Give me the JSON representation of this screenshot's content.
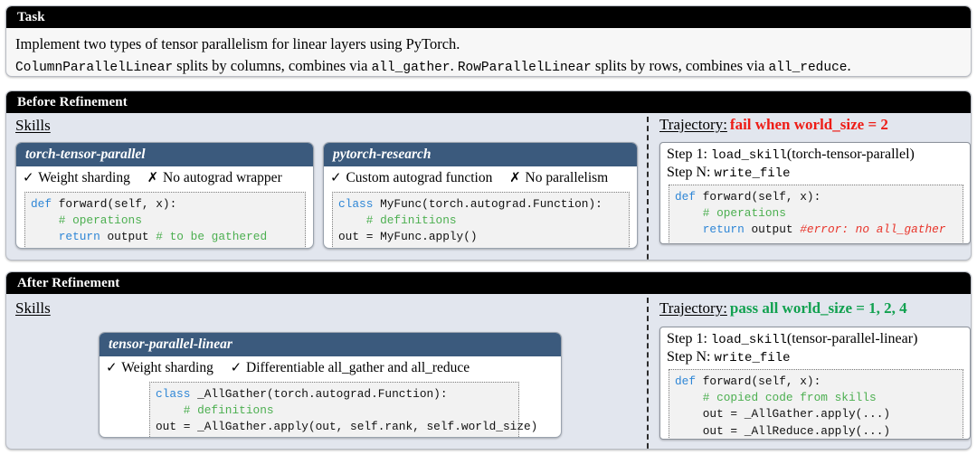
{
  "task": {
    "title": "Task",
    "line1": "Implement two types of tensor parallelism for linear layers using PyTorch.",
    "line2_a": "ColumnParallelLinear",
    "line2_b": " splits by columns, combines via ",
    "line2_c": "all_gather",
    "line2_d": ". ",
    "line2_e": "RowParallelLinear",
    "line2_f": " splits by rows, combines via ",
    "line2_g": "all_reduce",
    "line2_h": "."
  },
  "before": {
    "title": "Before Refinement",
    "skills_label": "Skills",
    "skills": [
      {
        "name": "torch-tensor-parallel",
        "good_mark": "✓",
        "good": "Weight sharding",
        "bad_mark": "✗",
        "bad": "No autograd wrapper",
        "code": [
          {
            "t": "def ",
            "c": "kw"
          },
          {
            "t": "forward(self, x):\n",
            "c": ""
          },
          {
            "t": "    # operations\n",
            "c": "cm"
          },
          {
            "t": "    return ",
            "c": "kw"
          },
          {
            "t": "output ",
            "c": ""
          },
          {
            "t": "# to be gathered",
            "c": "cm"
          }
        ]
      },
      {
        "name": "pytorch-research",
        "good_mark": "✓",
        "good": "Custom autograd function",
        "bad_mark": "✗",
        "bad": "No parallelism",
        "code": [
          {
            "t": "class ",
            "c": "kw"
          },
          {
            "t": "MyFunc(torch.autograd.Function):\n",
            "c": ""
          },
          {
            "t": "    # definitions\n",
            "c": "cm"
          },
          {
            "t": "out = MyFunc.apply()",
            "c": ""
          }
        ]
      }
    ],
    "trajectory": {
      "label": "Trajectory:",
      "verdict": "fail when world_size = 2",
      "verdict_color": "#ee1c16",
      "step1_prefix": "Step 1: ",
      "step1_mono": "load_skill",
      "step1_suffix": "(torch-tensor-parallel)",
      "stepN_prefix": "Step N: ",
      "stepN_mono": "write_file",
      "code": [
        {
          "t": "def ",
          "c": "kw"
        },
        {
          "t": "forward(self, x):\n",
          "c": ""
        },
        {
          "t": "    # operations\n",
          "c": "cm"
        },
        {
          "t": "    return ",
          "c": "kw"
        },
        {
          "t": "output ",
          "c": ""
        },
        {
          "t": "#error: no all_gather",
          "c": "err"
        }
      ]
    }
  },
  "after": {
    "title": "After Refinement",
    "skills_label": "Skills",
    "skills": [
      {
        "name": "tensor-parallel-linear",
        "good_mark": "✓",
        "good": "Weight sharding",
        "bad_mark": "✓",
        "bad": "Differentiable all_gather and all_reduce",
        "code": [
          {
            "t": "class ",
            "c": "kw"
          },
          {
            "t": "_AllGather(torch.autograd.Function):\n",
            "c": ""
          },
          {
            "t": "    # definitions\n",
            "c": "cm"
          },
          {
            "t": "out = _AllGather.apply(out, self.rank, self.world_size)",
            "c": ""
          }
        ]
      }
    ],
    "trajectory": {
      "label": "Trajectory:",
      "verdict": "pass all world_size = 1, 2, 4",
      "verdict_color": "#12a150",
      "step1_prefix": "Step 1: ",
      "step1_mono": "load_skill",
      "step1_suffix": "(tensor-parallel-linear)",
      "stepN_prefix": "Step N: ",
      "stepN_mono": "write_file",
      "code": [
        {
          "t": "def ",
          "c": "kw"
        },
        {
          "t": "forward(self, x):\n",
          "c": ""
        },
        {
          "t": "    # copied code from skills\n",
          "c": "cm"
        },
        {
          "t": "    out = _AllGather.apply(...)\n",
          "c": ""
        },
        {
          "t": "    out = _AllReduce.apply(...)",
          "c": ""
        }
      ]
    }
  },
  "colors": {
    "header_bar": "#000000",
    "skill_header": "#3b5a7d",
    "section_bg": "#e2e6ee",
    "task_bg": "#f7f7f7",
    "keyword": "#2e86d6",
    "comment": "#4caf50",
    "error": "#e8342a"
  }
}
